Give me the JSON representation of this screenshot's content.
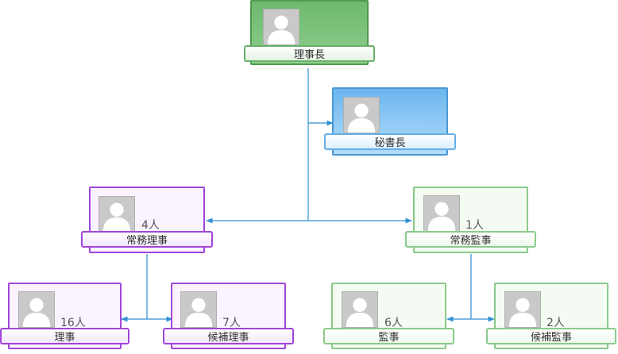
{
  "colors": {
    "connector": "#2f8fd1",
    "chairman": "#6eb86e",
    "secretary": "#6bb6ee",
    "directors": "#a046d8",
    "supervisors": "#8bc98b"
  },
  "icons": {
    "photo": "person-silhouette-icon"
  },
  "nodes": {
    "chairman": {
      "title": "理事長",
      "count": ""
    },
    "secretary_general": {
      "title": "秘書長",
      "count": ""
    },
    "executive_directors": {
      "title": "常務理事",
      "count": "4人"
    },
    "executive_supervisor": {
      "title": "常務監事",
      "count": "1人"
    },
    "directors": {
      "title": "理事",
      "count": "16人"
    },
    "alternate_directors": {
      "title": "候補理事",
      "count": "7人"
    },
    "supervisors": {
      "title": "監事",
      "count": "6人"
    },
    "alternate_supervisors": {
      "title": "候補監事",
      "count": "2人"
    }
  }
}
